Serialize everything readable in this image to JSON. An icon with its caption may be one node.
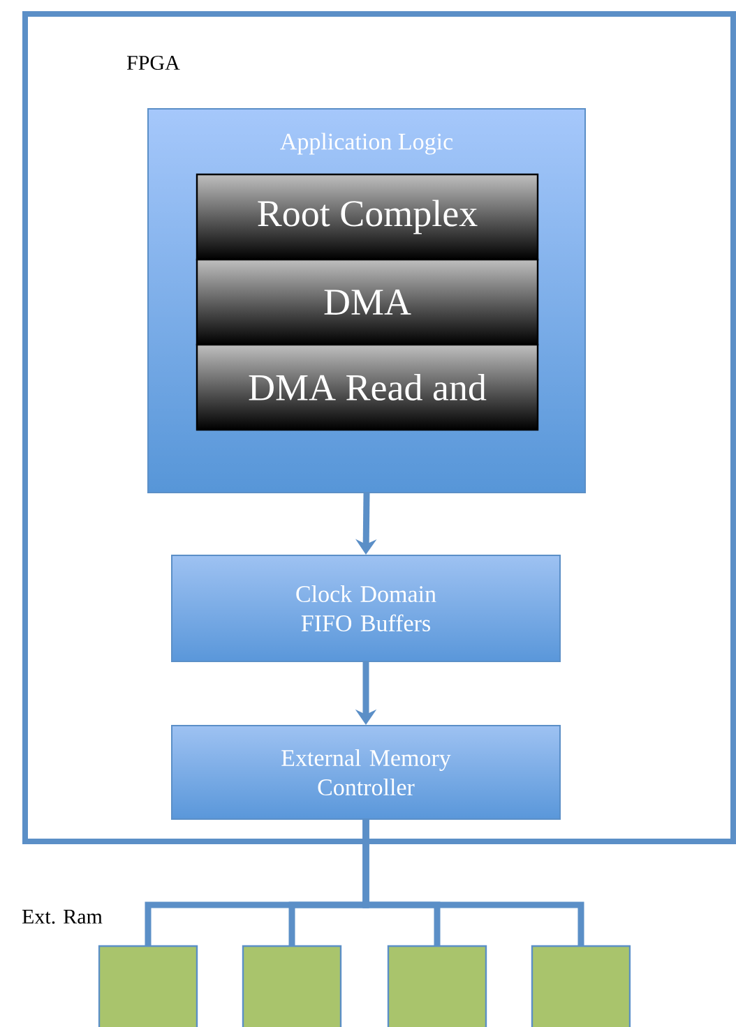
{
  "diagram": {
    "nodes": [
      {
        "text": [
          "FPGA"
        ]
      },
      {
        "text": [
          "Application Logic"
        ],
        "in": 0
      },
      {
        "text": [
          "Root Complex"
        ],
        "in": 1
      },
      {
        "text": [
          "DMA"
        ],
        "in": 1
      },
      {
        "text": [
          "DMA Read and"
        ],
        "in": 1
      },
      {
        "text": [
          "Clock Domain FIFO Buffers"
        ],
        "in": 0
      },
      {
        "text": [
          "External Memory Controller"
        ],
        "in": 0
      },
      {
        "text": [],
        "shape": "box"
      },
      {
        "text": [],
        "shape": "box"
      },
      {
        "text": [],
        "shape": "box"
      },
      {
        "text": [],
        "shape": "box"
      }
    ],
    "edges": [
      {
        "from": 1,
        "to": 5,
        "arrow": "to"
      },
      {
        "from": 5,
        "to": 6,
        "arrow": "to"
      },
      {
        "from": 6,
        "to": 7,
        "arrow": "none"
      },
      {
        "from": 6,
        "to": 8,
        "arrow": "none"
      },
      {
        "from": 6,
        "to": 9,
        "arrow": "none"
      },
      {
        "from": 6,
        "to": 10,
        "arrow": "none"
      }
    ],
    "labels": [
      "Ext. Ram"
    ]
  }
}
